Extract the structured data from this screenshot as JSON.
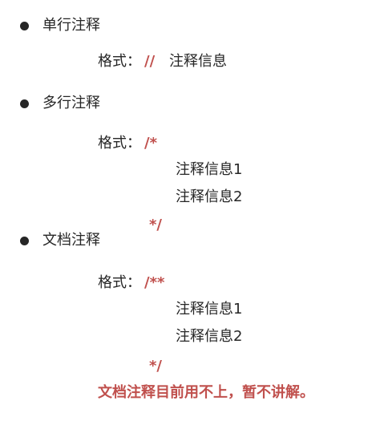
{
  "sections": [
    {
      "heading": "单行注释",
      "format_label": "格式：",
      "open_marker": "//",
      "inline_text": "注释信息"
    },
    {
      "heading": "多行注释",
      "format_label": "格式：",
      "open_marker": "/*",
      "lines": [
        "注释信息1",
        "注释信息2"
      ],
      "close_marker": "*/"
    },
    {
      "heading": "文档注释",
      "format_label": "格式：",
      "open_marker": "/**",
      "lines": [
        "注释信息1",
        "注释信息2"
      ],
      "close_marker": "*/",
      "note": "文档注释目前用不上，暂不讲解。"
    }
  ],
  "colors": {
    "text": "#262626",
    "accent": "#c0504d"
  }
}
